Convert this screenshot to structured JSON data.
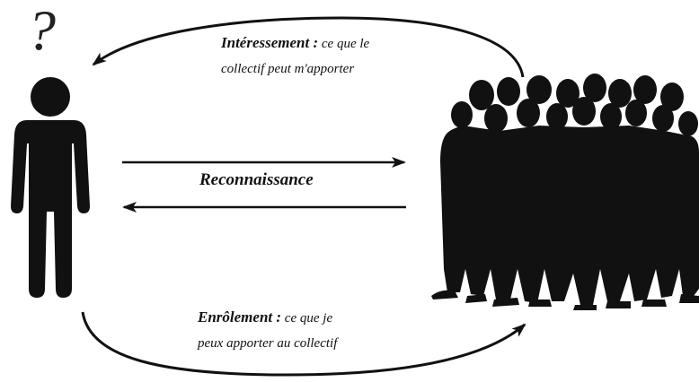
{
  "question_mark": "?",
  "top_arrow_caption": {
    "bold": "Intéressement :",
    "line1_rest": " ce que le",
    "line2": "collectif peut m'apporter"
  },
  "middle_label": "Reconnaissance",
  "bottom_arrow_caption": {
    "bold": "Enrôlement :",
    "line1_rest": " ce que je",
    "line2": "peux apporter au collectif"
  },
  "colors": {
    "silhouette": "#111111",
    "arrow": "#111111",
    "background": "#ffffff"
  },
  "icons": [
    "person-icon",
    "crowd-icon"
  ]
}
